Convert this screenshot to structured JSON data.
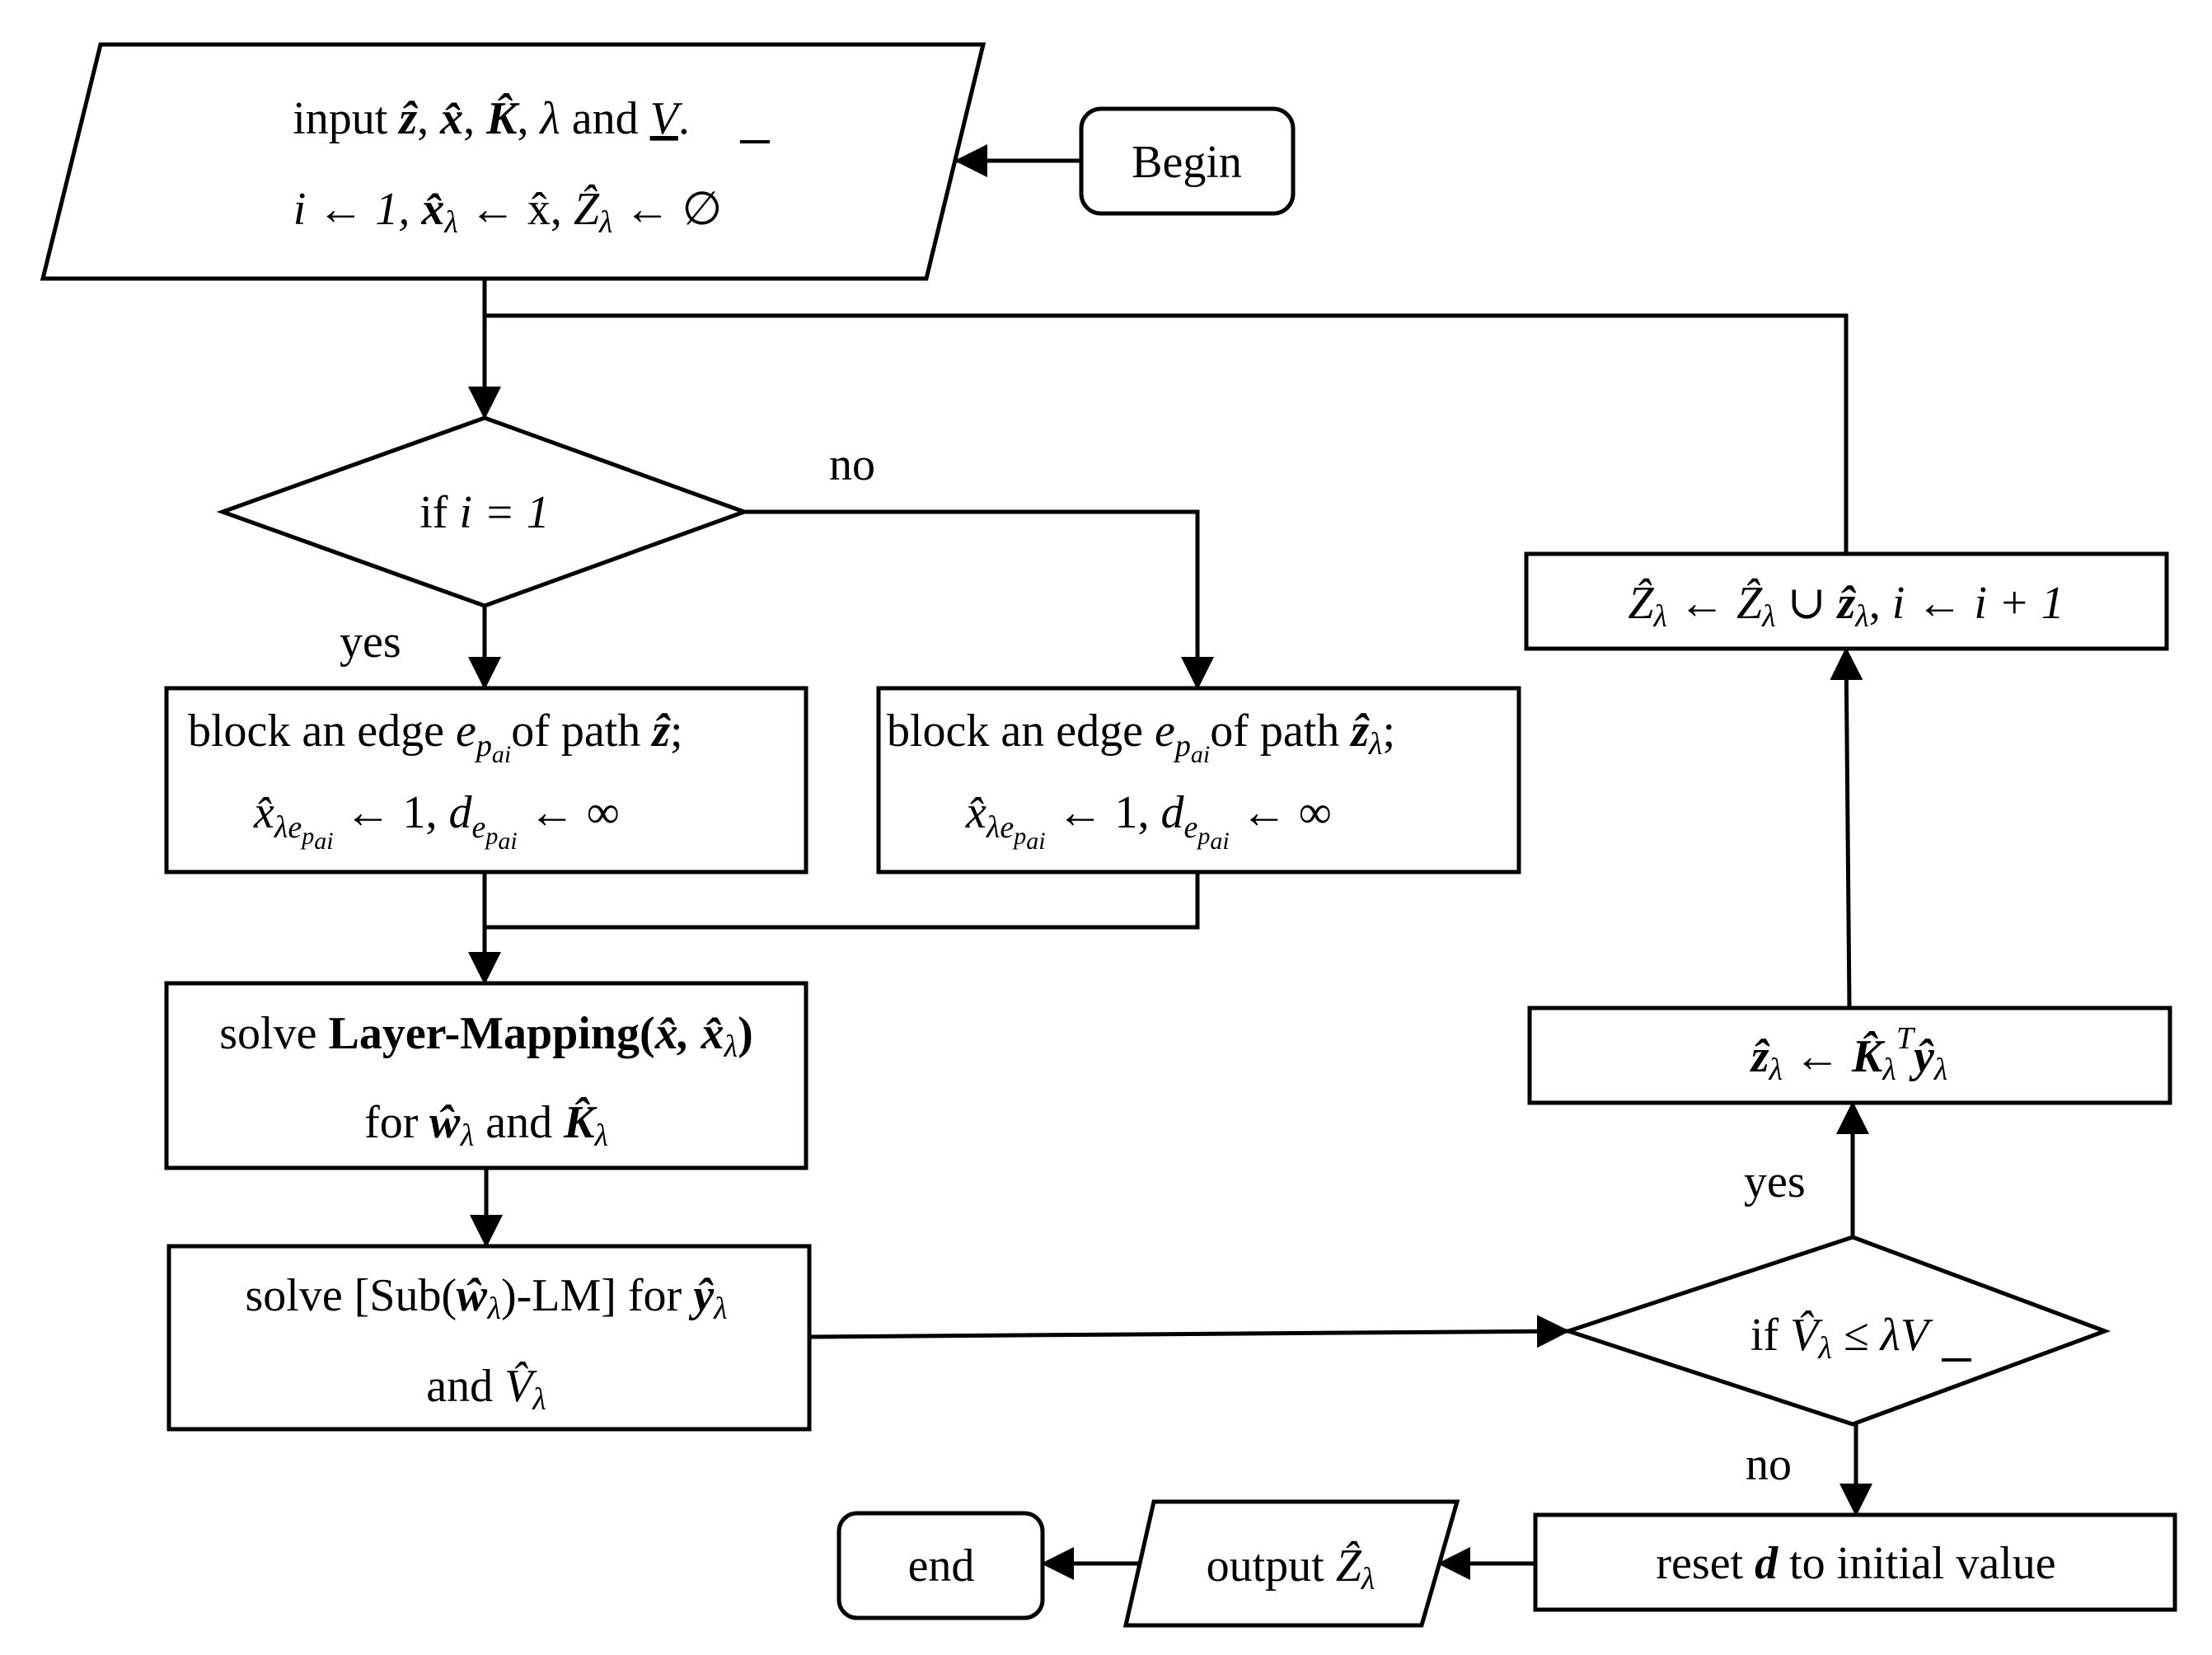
{
  "nodes": {
    "input": {
      "line1": [
        "input",
        "ẑ",
        "x̂",
        "K̂",
        "λ",
        "and",
        "V"
      ],
      "line2": [
        "i ← 1,",
        "x̂",
        "λ",
        "← x̂,",
        "Ẑ",
        "λ",
        "← ∅"
      ]
    },
    "begin": {
      "label": "Begin"
    },
    "decision_i": {
      "text": "if",
      "var": "i = 1"
    },
    "block_left": {
      "text_a": "block an edge",
      "edge": "e",
      "edge_sub": "p",
      "edge_sub2": "ai",
      "text_b": "of path",
      "path": "ẑ",
      "line2_x": "x̂",
      "line2_sub": "λe",
      "line2_mid": "← 1,",
      "line2_d": "d",
      "line2_end": "← ∞"
    },
    "block_right": {
      "text_a": "block an edge",
      "edge": "e",
      "edge_sub": "p",
      "edge_sub2": "ai",
      "text_b": "of path",
      "path": "ẑ",
      "path_sub": "λ",
      "line2_x": "x̂",
      "line2_sub": "λe",
      "line2_mid": "← 1,",
      "line2_d": "d",
      "line2_end": "← ∞"
    },
    "layer_mapping": {
      "solve": "solve",
      "bold": "Layer-Mapping(",
      "args": "x̂, x̂",
      "arg_sub": "λ",
      "close": ")",
      "for": "for",
      "w": "ŵ",
      "and": "and",
      "k": "K̂",
      "sub": "λ"
    },
    "sub_lm": {
      "line1_a": "solve [Sub(",
      "w": "ŵ",
      "sub": "λ",
      "line1_b": ")-LM] for",
      "y": "ŷ",
      "and": "and",
      "v": "V̂"
    },
    "update": {
      "z": "Ẑ",
      "mid": "← Ẑ",
      "union": "∪",
      "zb": "ẑ",
      "inc": "i ← i + 1",
      "sub": "λ"
    },
    "assign_z": {
      "z": "ẑ",
      "arrow": "←",
      "k": "K̂",
      "t": "T",
      "y": "ŷ",
      "sub": "λ"
    },
    "decision_v": {
      "text": "if",
      "v": "V̂",
      "sub": "λ",
      "le": "≤ λ",
      "vu": "V"
    },
    "reset": {
      "text_a": "reset",
      "d": "d",
      "text_b": "to initial value"
    },
    "output": {
      "text": "output",
      "z": "Ẑ",
      "sub": "λ"
    },
    "end": {
      "label": "end"
    }
  },
  "edge_labels": {
    "no_top": "no",
    "yes_left": "yes",
    "yes_right": "yes",
    "no_bottom": "no"
  }
}
